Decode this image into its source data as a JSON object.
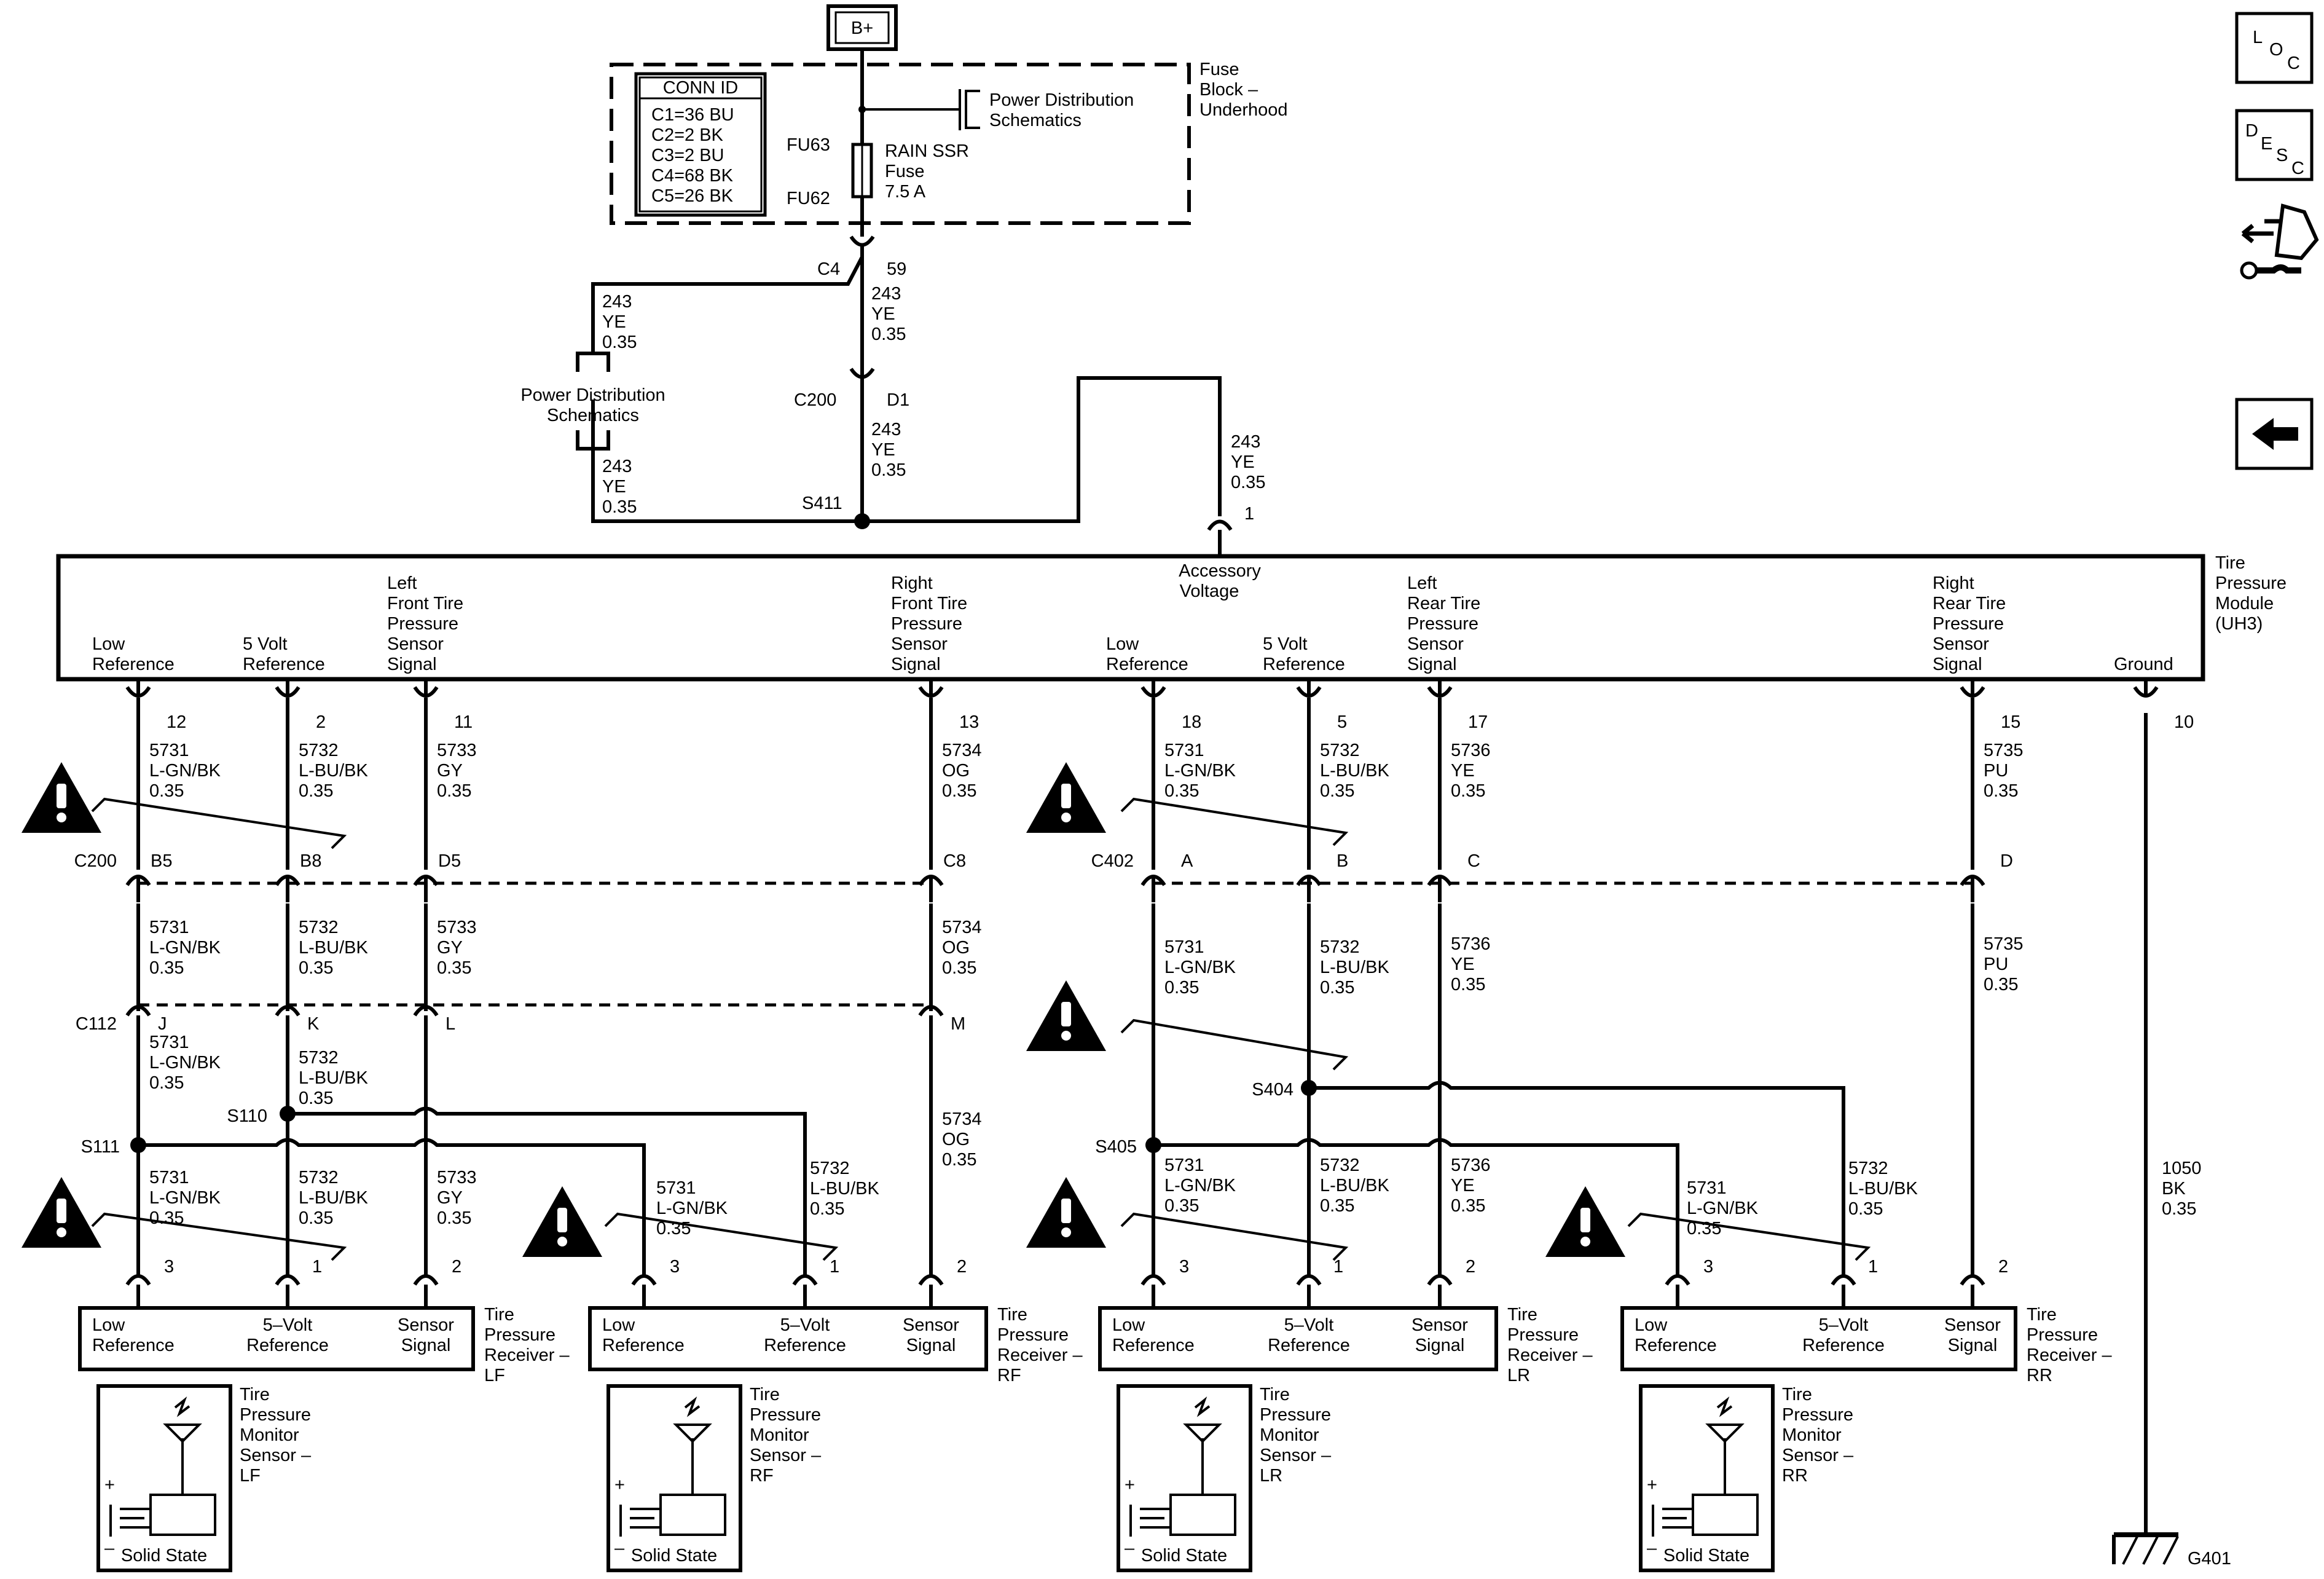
{
  "battery": {
    "label": "B+"
  },
  "fuse_block": {
    "title_lines": [
      "Fuse",
      "Block –",
      "Underhood"
    ],
    "conn_header": "CONN ID",
    "conn_rows": [
      "C1=36 BU",
      "C2=2 BK",
      "C3=2 BU",
      "C4=68 BK",
      "C5=26 BK"
    ],
    "power_dist_lines": [
      "Power Distribution",
      "Schematics"
    ],
    "fuse_top": "FU63",
    "fuse_bottom": "FU62",
    "fuse_lines": [
      "RAIN SSR",
      "Fuse",
      "7.5 A"
    ]
  },
  "feed": {
    "c4_label": "C4",
    "c4_pin": "59",
    "wire_a": [
      "243",
      "YE",
      "0.35"
    ],
    "wire_b": [
      "243",
      "YE",
      "0.35"
    ],
    "wire_c": [
      "243",
      "YE",
      "0.35"
    ],
    "wire_d": [
      "243",
      "YE",
      "0.35"
    ],
    "wire_e": [
      "243",
      "YE",
      "0.35"
    ],
    "power_dist_lines": [
      "Power Distribution",
      "Schematics"
    ],
    "c200_label": "C200",
    "c200_pin": "D1",
    "splice": "S411",
    "module_pin": "1"
  },
  "module": {
    "name_lines": [
      "Tire",
      "Pressure",
      "Module",
      "(UH3)"
    ],
    "accessory_lines": [
      "Accessory",
      "Voltage"
    ],
    "pins": [
      {
        "label_lines": [
          "Low",
          "Reference"
        ],
        "pin": "12"
      },
      {
        "label_lines": [
          "5 Volt",
          "Reference"
        ],
        "pin": "2"
      },
      {
        "label_lines": [
          "Left",
          "Front Tire",
          "Pressure",
          "Sensor",
          "Signal"
        ],
        "pin": "11"
      },
      {
        "label_lines": [
          "Right",
          "Front Tire",
          "Pressure",
          "Sensor",
          "Signal"
        ],
        "pin": "13"
      },
      {
        "label_lines": [
          "Low",
          "Reference"
        ],
        "pin": "18"
      },
      {
        "label_lines": [
          "5 Volt",
          "Reference"
        ],
        "pin": "5"
      },
      {
        "label_lines": [
          "Left",
          "Rear Tire",
          "Pressure",
          "Sensor",
          "Signal"
        ],
        "pin": "17"
      },
      {
        "label_lines": [
          "Right",
          "Rear Tire",
          "Pressure",
          "Sensor",
          "Signal"
        ],
        "pin": "15"
      },
      {
        "label_lines": [
          "Ground"
        ],
        "pin": "10"
      }
    ]
  },
  "wires": {
    "w5731": [
      "5731",
      "L-GN/BK",
      "0.35"
    ],
    "w5732": [
      "5732",
      "L-BU/BK",
      "0.35"
    ],
    "w5733": [
      "5733",
      "GY",
      "0.35"
    ],
    "w5734": [
      "5734",
      "OG",
      "0.35"
    ],
    "w5736": [
      "5736",
      "YE",
      "0.35"
    ],
    "w5735": [
      "5735",
      "PU",
      "0.35"
    ],
    "w1050": [
      "1050",
      "BK",
      "0.35"
    ]
  },
  "connectors": {
    "c200": {
      "name": "C200",
      "pins": [
        "B5",
        "B8",
        "D5",
        "C8"
      ]
    },
    "c112": {
      "name": "C112",
      "pins": [
        "J",
        "K",
        "L",
        "M"
      ]
    },
    "c402": {
      "name": "C402",
      "pins": [
        "A",
        "B",
        "C",
        "D"
      ]
    }
  },
  "splices": {
    "s110": "S110",
    "s111": "S111",
    "s404": "S404",
    "s405": "S405"
  },
  "receiver_pins": [
    "3",
    "1",
    "2"
  ],
  "receivers": [
    {
      "name_lines": [
        "Tire",
        "Pressure",
        "Receiver –",
        "LF"
      ]
    },
    {
      "name_lines": [
        "Tire",
        "Pressure",
        "Receiver –",
        "RF"
      ]
    },
    {
      "name_lines": [
        "Tire",
        "Pressure",
        "Receiver –",
        "LR"
      ]
    },
    {
      "name_lines": [
        "Tire",
        "Pressure",
        "Receiver –",
        "RR"
      ]
    }
  ],
  "receiver_labels": {
    "low": [
      "Low",
      "Reference"
    ],
    "volt": [
      "5–Volt",
      "Reference"
    ],
    "sig": [
      "Sensor",
      "Signal"
    ]
  },
  "sensors": [
    {
      "name_lines": [
        "Tire",
        "Pressure",
        "Monitor",
        "Sensor –",
        "LF"
      ]
    },
    {
      "name_lines": [
        "Tire",
        "Pressure",
        "Monitor",
        "Sensor –",
        "RF"
      ]
    },
    {
      "name_lines": [
        "Tire",
        "Pressure",
        "Monitor",
        "Sensor –",
        "LR"
      ]
    },
    {
      "name_lines": [
        "Tire",
        "Pressure",
        "Monitor",
        "Sensor –",
        "RR"
      ]
    }
  ],
  "sensor_common": {
    "solid_state": "Solid State",
    "plus": "+",
    "minus": "–"
  },
  "ground": {
    "label": "G401"
  },
  "nav": {
    "loc": [
      "L",
      "O",
      "C"
    ],
    "desc": [
      "D",
      "E",
      "S",
      "C"
    ],
    "icons": [
      "location-icon",
      "description-icon",
      "component-info-icon",
      "back-arrow-icon"
    ]
  }
}
